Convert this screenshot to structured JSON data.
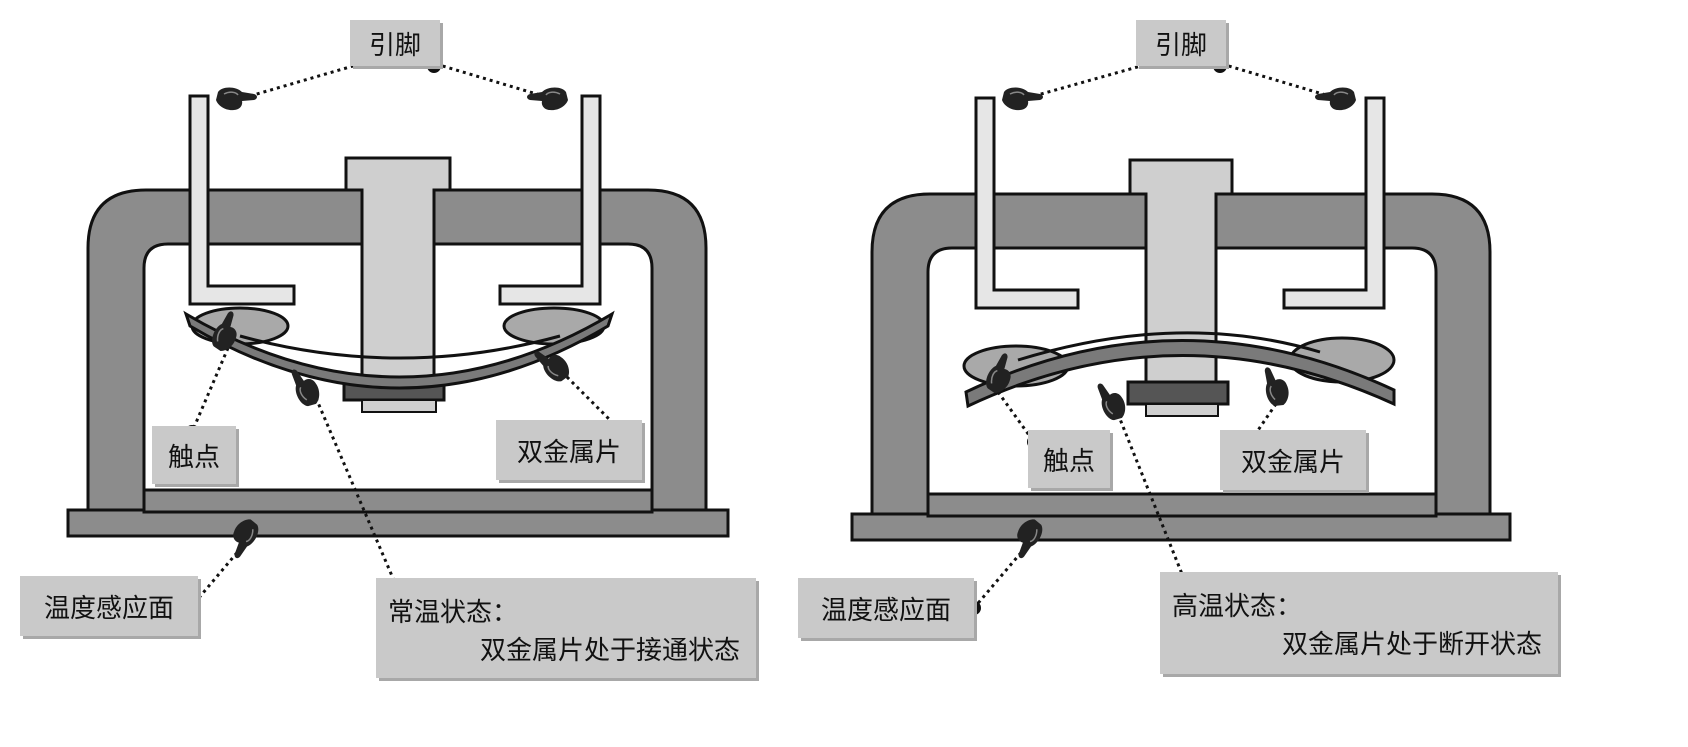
{
  "panels": [
    {
      "state": "常温状态：",
      "detail": "双金属片处于接通状态",
      "labels": {
        "pins": "引脚",
        "contact": "触点",
        "bimetal": "双金属片",
        "sensing": "温度感应面"
      }
    },
    {
      "state": "高温状态：",
      "detail": "双金属片处于断开状态",
      "labels": {
        "pins": "引脚",
        "contact": "触点",
        "bimetal": "双金属片",
        "sensing": "温度感应面"
      }
    }
  ],
  "colors": {
    "housing": "#8c8c8c",
    "bolt": "#cfcfcf",
    "pins": "#e6e6e6",
    "contacts": "#a9a9a9",
    "strip": "#7a7a7a",
    "label_bg": "#c9c9c9",
    "leader": "#111111"
  }
}
